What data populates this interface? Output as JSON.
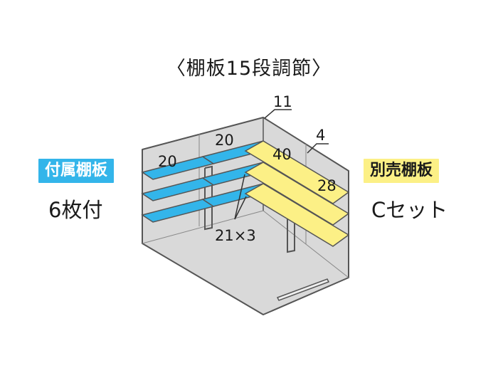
{
  "title": "〈棚板15段調節〉",
  "left_label": {
    "badge": "付属棚板",
    "count": "6枚付"
  },
  "right_label": {
    "badge": "別売棚板",
    "count": "Cセット"
  },
  "dimensions": {
    "top_gap": "11",
    "side_gap": "4",
    "front_shelf_depth": "20",
    "back_shelf_depth": "20",
    "side_shelf_width": "40",
    "side_shelf_depth": "28",
    "pitch": "21×3"
  },
  "colors": {
    "included_shelf": "#33b5ea",
    "optional_shelf": "#fcf086",
    "interior": "#d9d9d9",
    "outline": "#555555"
  }
}
